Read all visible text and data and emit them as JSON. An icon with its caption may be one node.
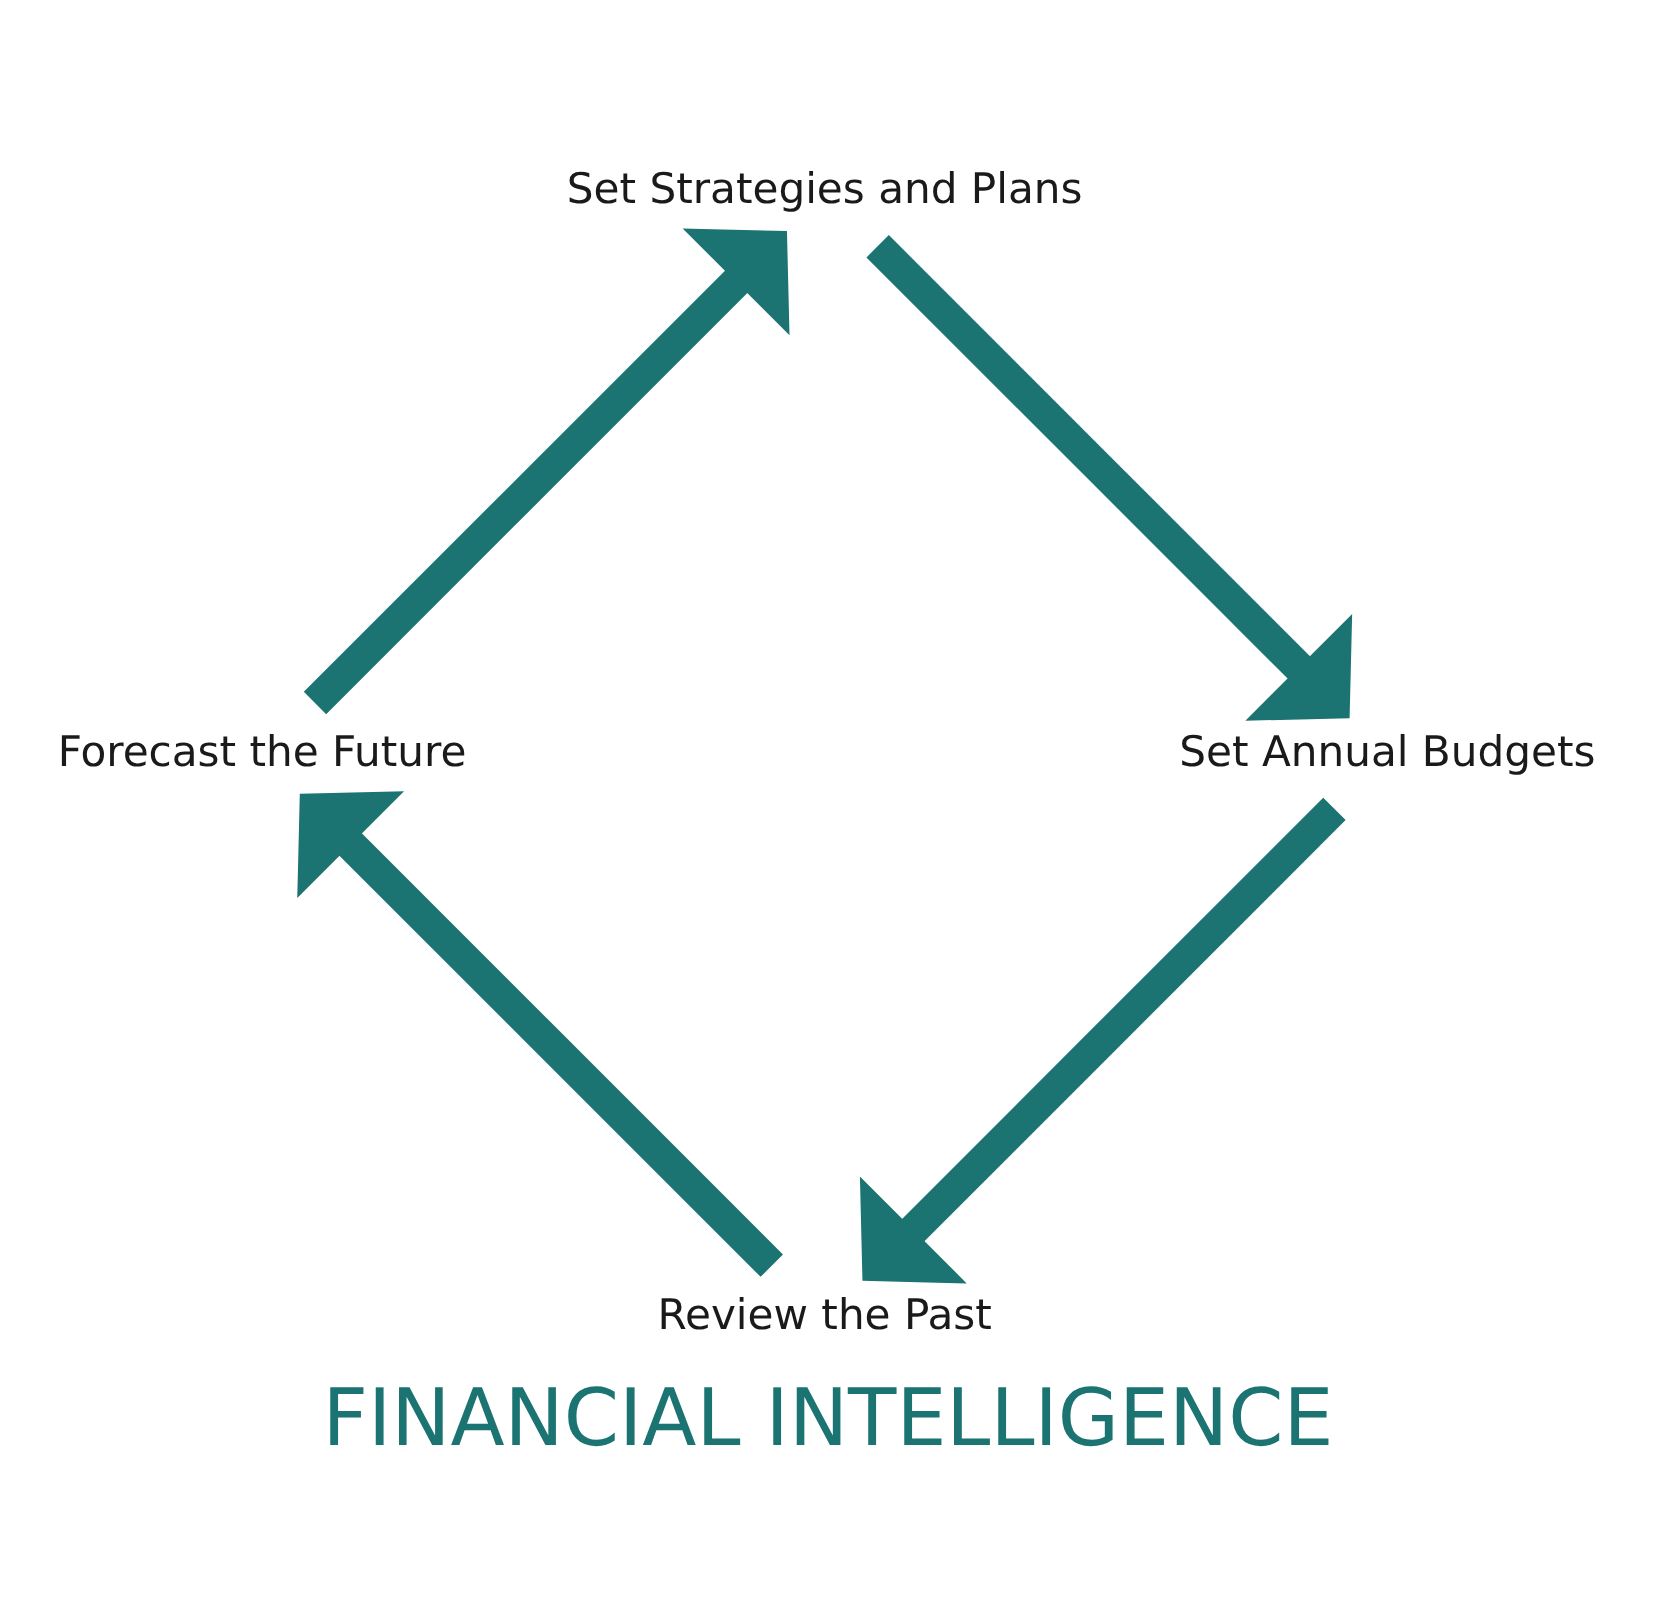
{
  "diagram": {
    "title": "FINANCIAL INTELLIGENCE",
    "nodes": [
      {
        "text": [
          "Review the Past"
        ]
      },
      {
        "text": [
          "Forecast the Future"
        ]
      },
      {
        "text": [
          "Set Strategies and Plans"
        ]
      },
      {
        "text": [
          "Set Annual Budgets"
        ]
      }
    ],
    "edges": [
      {
        "from": 0,
        "to": 1,
        "arrow": "to"
      },
      {
        "from": 1,
        "to": 2,
        "arrow": "to"
      },
      {
        "from": 2,
        "to": 3,
        "arrow": "to"
      },
      {
        "from": 3,
        "to": 0,
        "arrow": "to"
      }
    ]
  }
}
